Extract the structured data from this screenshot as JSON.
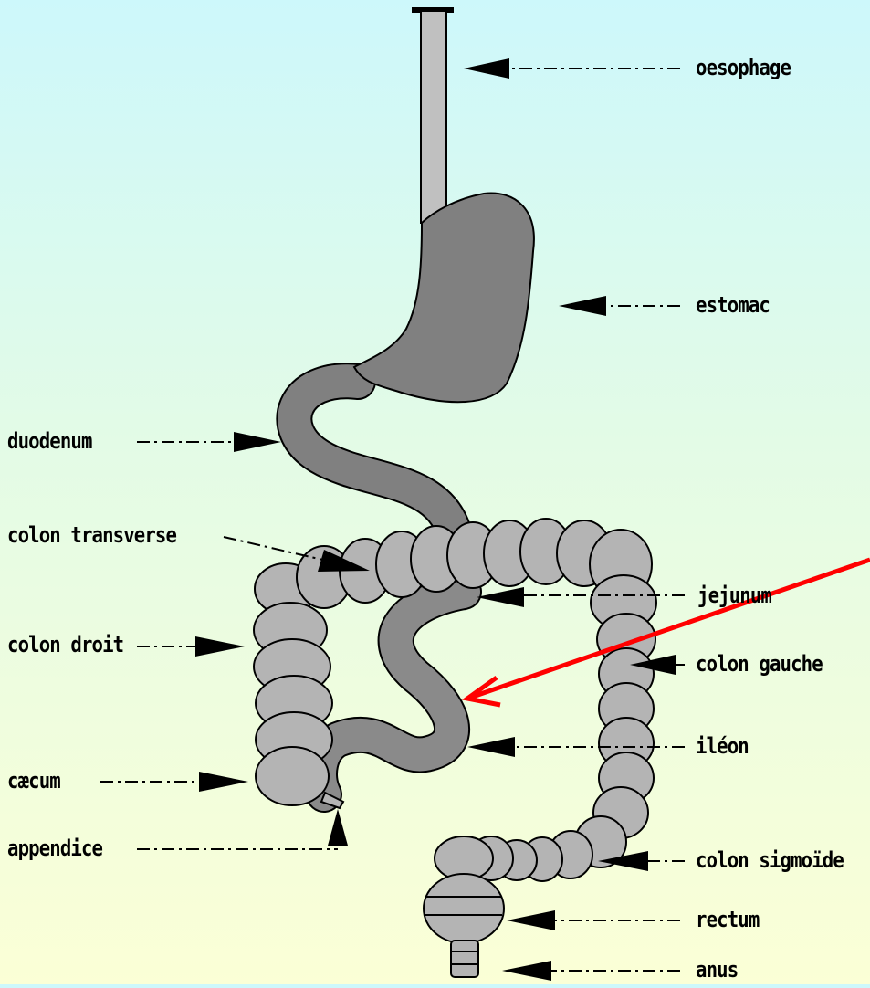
{
  "labels": {
    "oesophage": "oesophage",
    "estomac": "estomac",
    "duodenum": "duodenum",
    "colon_transverse": "colon transverse",
    "jejunum": "jejunum",
    "colon_droit": "colon droit",
    "colon_gauche": "colon gauche",
    "ileon": "iléon",
    "caecum": "cæcum",
    "appendice": "appendice",
    "colon_sigmoide": "colon sigmoïde",
    "rectum": "rectum",
    "anus": "anus"
  },
  "colors": {
    "background_top": "#cdf8fb",
    "background_bottom": "#fbffd6",
    "colon_fill": "#b4b4b4",
    "stomach_fill": "#808080",
    "oesophagus_fill": "#c0c0c0",
    "outline": "#000000",
    "highlight_arrow": "#ff0000"
  }
}
